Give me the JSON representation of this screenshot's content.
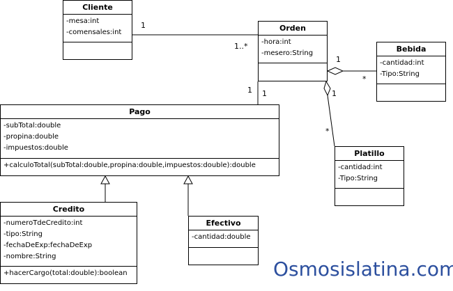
{
  "classes": {
    "cliente": {
      "name": "Cliente",
      "attributes": [
        "-mesa:int",
        "-comensales:int"
      ],
      "operations": []
    },
    "orden": {
      "name": "Orden",
      "attributes": [
        "-hora:int",
        "-mesero:String"
      ],
      "operations": []
    },
    "bebida": {
      "name": "Bebida",
      "attributes": [
        "-cantidad:int",
        "-Tipo:String"
      ],
      "operations": []
    },
    "pago": {
      "name": "Pago",
      "attributes": [
        "-subTotal:double",
        "-propina:double",
        "-impuestos:double"
      ],
      "operations": [
        "+calculoTotal(subTotal:double,propina:double,impuestos:double):double"
      ]
    },
    "platillo": {
      "name": "Platillo",
      "attributes": [
        "-cantidad:int",
        "-Tipo:String"
      ],
      "operations": []
    },
    "credito": {
      "name": "Credito",
      "attributes": [
        "-numeroTdeCredito:int",
        "-tipo:String",
        "-fechaDeExp:fechaDeExp",
        "-nombre:String"
      ],
      "operations": [
        "+hacerCargo(total:double):boolean"
      ]
    },
    "efectivo": {
      "name": "Efectivo",
      "attributes": [
        "-cantidad:double"
      ],
      "operations": []
    }
  },
  "multiplicities": {
    "cliente_orden_a": "1",
    "cliente_orden_b": "1..*",
    "orden_bebida_a": "1",
    "orden_bebida_b": "*",
    "orden_platillo_a": "1",
    "orden_platillo_b": "*",
    "pago_orden_a": "1",
    "pago_orden_b": "1"
  },
  "watermark": "Osmosislatina.com"
}
